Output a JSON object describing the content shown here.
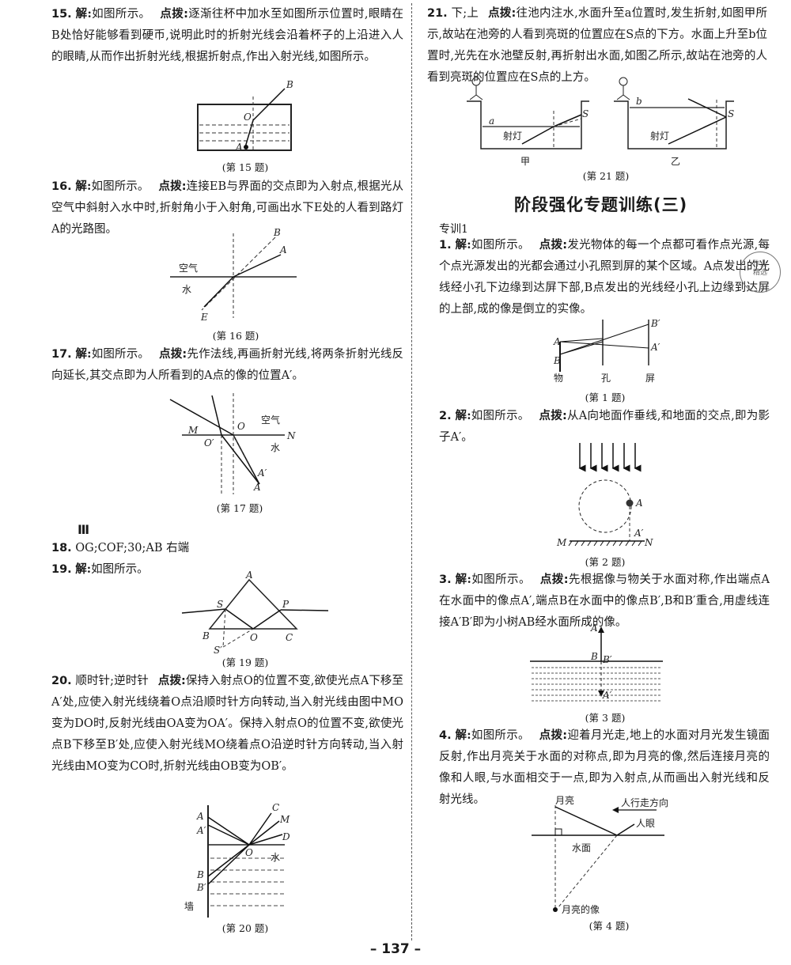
{
  "q15": {
    "num": "15.",
    "ans": "解:",
    "text": "如图所示。",
    "tip": "点拨:",
    "tiptext": "逐渐往杯中加水至如图所示位置时,眼睛在B处恰好能够看到硬币,说明此时的折射光线会沿着杯子的上沿进入人的眼睛,从而作出折射光线,根据折射点,作出入射光线,如图所示。",
    "caption": "(第 15 题)"
  },
  "q16": {
    "num": "16.",
    "ans": "解:",
    "text": "如图所示。",
    "tip": "点拨:",
    "tiptext": "连接EB与界面的交点即为入射点,根据光从空气中斜射入水中时,折射角小于入射角,可画出水下E处的人看到路灯A的光路图。",
    "caption": "(第 16 题)",
    "air": "空气",
    "water": "水"
  },
  "q17": {
    "num": "17.",
    "ans": "解:",
    "text": "如图所示。",
    "tip": "点拨:",
    "tiptext": "先作法线,再画折射光线,将两条折射光线反向延长,其交点即为人所看到的A点的像的位置A′。",
    "caption": "(第 17 题)",
    "air": "空气",
    "water": "水"
  },
  "sec3": "Ⅲ",
  "q18": {
    "num": "18.",
    "text": "OG;COF;30;AB 右端"
  },
  "q19": {
    "num": "19.",
    "ans": "解:",
    "text": "如图所示。",
    "caption": "(第 19 题)"
  },
  "q20": {
    "num": "20.",
    "text": "顺时针;逆时针",
    "tip": "点拨:",
    "tiptext": "保持入射点O的位置不变,欲使光点A下移至A′处,应使入射光线绕着O点沿顺时针方向转动,当入射光线由图中MO变为DO时,反射光线由OA变为OA′。保持入射点O的位置不变,欲使光点B下移至B′处,应使入射光线MO绕着点O沿逆时针方向转动,当入射光线由MO变为CO时,折射光线由OB变为OB′。",
    "caption": "(第 20 题)",
    "water": "水",
    "wall": "墙"
  },
  "q21": {
    "num": "21.",
    "text": "下;上",
    "tip": "点拨:",
    "tiptext": "往池内注水,水面升至a位置时,发生折射,如图甲所示,故站在池旁的人看到亮斑的位置应在S点的下方。水面上升至b位置时,光先在水池壁反射,再折射出水面,如图乙所示,故站在池旁的人看到亮斑的位置应在S点的上方。",
    "caption": "(第 21 题)",
    "lamp": "射灯",
    "jia": "甲",
    "yi": "乙"
  },
  "section_title": "阶段强化专题训练(三)",
  "sub1": "专训1",
  "p1": {
    "num": "1.",
    "ans": "解:",
    "text": "如图所示。",
    "tip": "点拨:",
    "tiptext": "发光物体的每一个点都可看作点光源,每个点光源发出的光都会通过小孔照到屏的某个区域。A点发出的光线经小孔下边缘到达屏下部,B点发出的光线经小孔上边缘到达屏的上部,成的像是倒立的实像。",
    "caption": "(第 1 题)",
    "obj": "物",
    "hole": "孔",
    "screen": "屏"
  },
  "p2": {
    "num": "2.",
    "ans": "解:",
    "text": "如图所示。",
    "tip": "点拨:",
    "tiptext": "从A向地面作垂线,和地面的交点,即为影子A′。",
    "caption": "(第 2 题)"
  },
  "p3": {
    "num": "3.",
    "ans": "解:",
    "text": "如图所示。",
    "tip": "点拨:",
    "tiptext": "先根据像与物关于水面对称,作出端点A在水面中的像点A′,端点B在水面中的像点B′,B和B′重合,用虚线连接A′B′即为小树AB经水面所成的像。",
    "caption": "(第 3 题)"
  },
  "p4": {
    "num": "4.",
    "ans": "解:",
    "text": "如图所示。",
    "tip": "点拨:",
    "tiptext": "迎着月光走,地上的水面对月光发生镜面反射,作出月亮关于水面的对称点,即为月亮的像,然后连接月亮的像和人眼,与水面相交于一点,即为入射点,从而画出入射光线和反射光线。",
    "caption": "(第 4 题)",
    "moon": "月亮",
    "walk": "人行走方向",
    "eye": "人眼",
    "water": "水面",
    "moonimg": "月亮的像"
  },
  "page_number": "– 137 –",
  "stamp": "作业\n精选"
}
